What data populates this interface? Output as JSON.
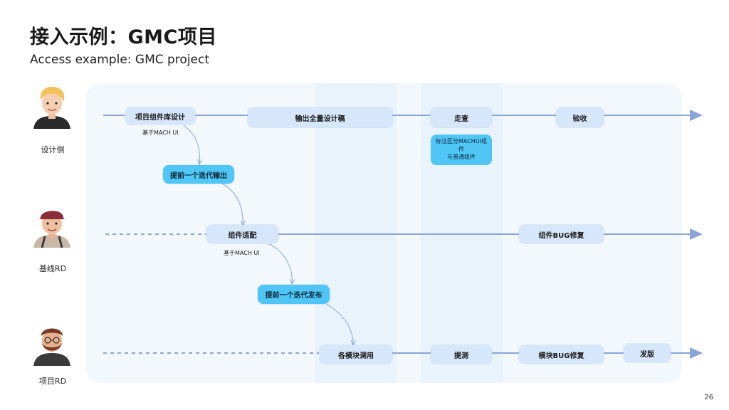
{
  "title": "接入示例：GMC项目",
  "subtitle": "Access example: GMC project",
  "page_number": "26",
  "roles": {
    "design": "设计侧",
    "baseline": "基线RD",
    "project": "项目RD"
  },
  "design_lane": {
    "lib_design": "项目组件库设计",
    "lib_note": "基于MACH UI",
    "output_full": "输出全量设计稿",
    "review": "走查",
    "review_note_1": "标注区分MACHUI组件",
    "review_note_2": "与普通组件",
    "accept": "验收"
  },
  "early_output": "提前一个迭代输出",
  "baseline_lane": {
    "adapt": "组件适配",
    "adapt_note": "基于MACH UI",
    "bugfix": "组件BUG修复"
  },
  "early_release": "提前一个迭代发布",
  "project_lane": {
    "invoke": "各模块调用",
    "test": "提测",
    "bugfix": "模块BUG修复",
    "release": "发版"
  },
  "colors": {
    "box_bg": "#d7e7fb",
    "accent_cyan": "#4fc6f6",
    "line": "#8aa4d6"
  }
}
